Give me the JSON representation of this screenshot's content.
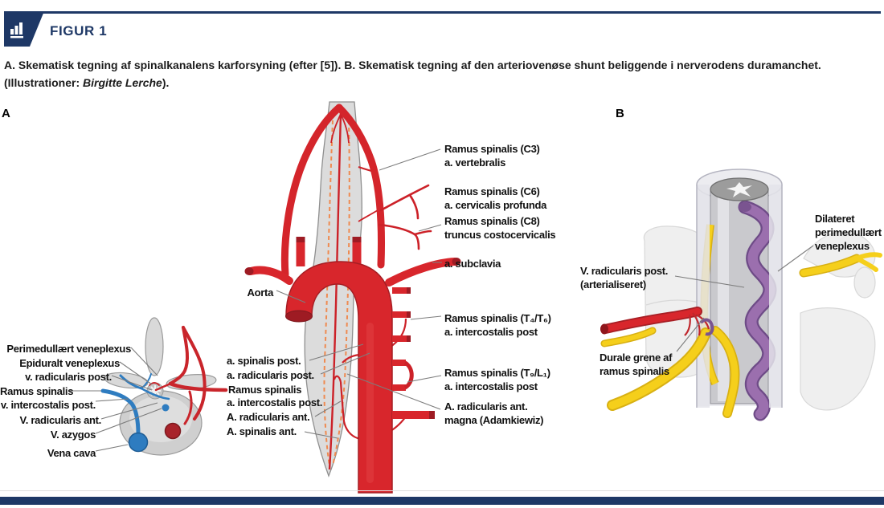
{
  "header": {
    "figure_label": "FIGUR 1",
    "icon": "bar-chart-icon",
    "accent_color": "#1e3866"
  },
  "caption": {
    "a_label": "A.",
    "a_text": " Skematisk tegning af spinalkanalens karforsyning (efter [5]). ",
    "b_label": "B.",
    "b_text": " Skematisk tegning af den arteriovenøse shunt beliggende i nerverodens duramanchet.",
    "credit_prefix": "(Illustrationer: ",
    "credit_name": "Birgitte Lerche",
    "credit_suffix": ")."
  },
  "panelA": {
    "label": "A",
    "aorta_label": "Aorta",
    "left_labels": [
      "Perimedullært veneplexus",
      "Epiduralt veneplexus",
      "v. radicularis post.",
      "Ramus spinalis",
      "v. intercostalis post.",
      "V. radicularis ant.",
      "V. azygos",
      "Vena cava"
    ],
    "mid_labels": [
      "a. spinalis post.",
      "a. radicularis post.",
      "Ramus spinalis",
      "a. intercostalis post.",
      "A. radicularis ant.",
      "A. spinalis ant."
    ],
    "right_labels": [
      {
        "line1": "Ramus spinalis (C3)",
        "line2": "a. vertebralis"
      },
      {
        "line1": "Ramus spinalis (C6)",
        "line2": "a. cervicalis profunda"
      },
      {
        "line1": "Ramus spinalis (C8)",
        "line2": "truncus costocervicalis"
      },
      {
        "line1": "a. subclavia",
        "line2": ""
      },
      {
        "line1": "Ramus spinalis (T₄/T₆)",
        "line2": "a. intercostalis post"
      },
      {
        "line1": "Ramus spinalis (T₉/L₁)",
        "line2": "a. intercostalis post"
      },
      {
        "line1": "A. radicularis ant.",
        "line2": "magna (Adamkiewiz)"
      }
    ]
  },
  "panelB": {
    "label": "B",
    "labels": [
      {
        "line1": "V. radicularis post.",
        "line2": "(arterialiseret)"
      },
      {
        "line1": "Dilateret",
        "line2": "perimedullært",
        "line3": "veneplexus"
      },
      {
        "line1": "Durale grene af",
        "line2": "ramus spinalis"
      }
    ]
  },
  "colors": {
    "navy": "#1e3866",
    "artery_red": "#d8262c",
    "artery_dark": "#9e1b23",
    "vein_blue": "#2e7cc0",
    "cord_grey": "#dcdcdc",
    "dashed_orange": "#ef8a50",
    "shunt_purple": "#9b6fae",
    "nerve_yellow": "#f5cf1b",
    "leader_grey": "#7d7d7d"
  }
}
